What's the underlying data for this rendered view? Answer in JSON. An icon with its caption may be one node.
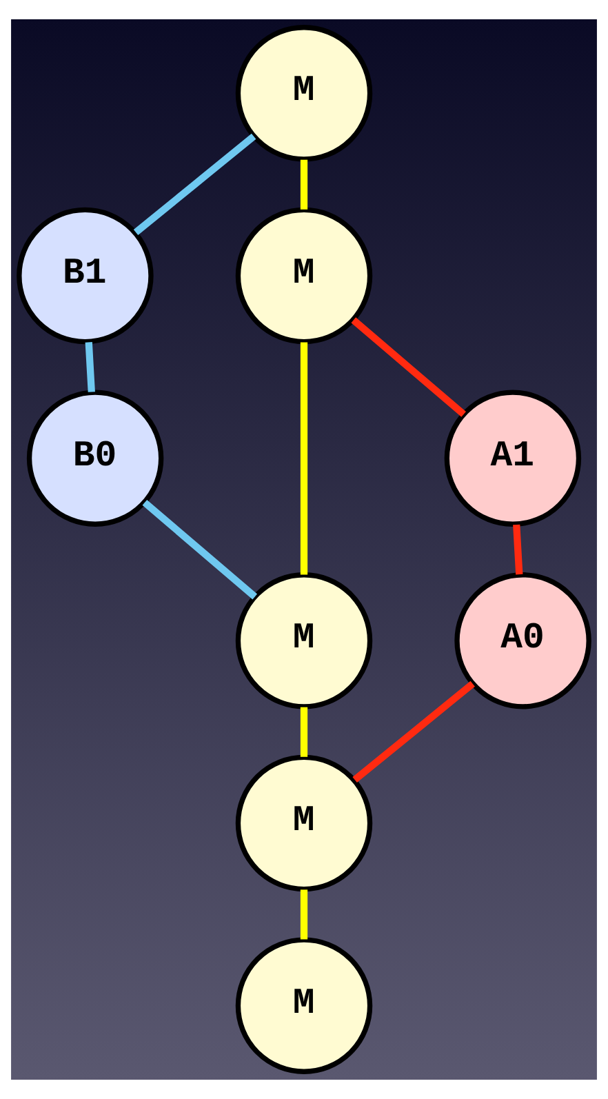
{
  "diagram": {
    "nodes": [
      {
        "text": [
          "M"
        ]
      },
      {
        "text": [
          "B1"
        ]
      },
      {
        "text": [
          "M"
        ]
      },
      {
        "text": [
          "A1"
        ]
      },
      {
        "text": [
          "B0"
        ]
      },
      {
        "text": [
          "M"
        ]
      },
      {
        "text": [
          "A0"
        ]
      },
      {
        "text": [
          "M"
        ]
      },
      {
        "text": [
          "M"
        ]
      }
    ],
    "edges": [
      {
        "from": 0,
        "to": 2,
        "arrow": "none"
      },
      {
        "from": 0,
        "to": 1,
        "arrow": "none",
        "color": "#6fc8f0"
      },
      {
        "from": 1,
        "to": 4,
        "arrow": "none",
        "color": "#6fc8f0"
      },
      {
        "from": 2,
        "to": 3,
        "arrow": "none",
        "color": "#ff2a10"
      },
      {
        "from": 2,
        "to": 5,
        "arrow": "none"
      },
      {
        "from": 4,
        "to": 5,
        "arrow": "none",
        "color": "#6fc8f0"
      },
      {
        "from": 3,
        "to": 6,
        "arrow": "none",
        "color": "#ff2a10"
      },
      {
        "from": 5,
        "to": 7,
        "arrow": "none"
      },
      {
        "from": 6,
        "to": 7,
        "arrow": "none",
        "color": "#ff2a10"
      },
      {
        "from": 7,
        "to": 8,
        "arrow": "none"
      }
    ]
  }
}
